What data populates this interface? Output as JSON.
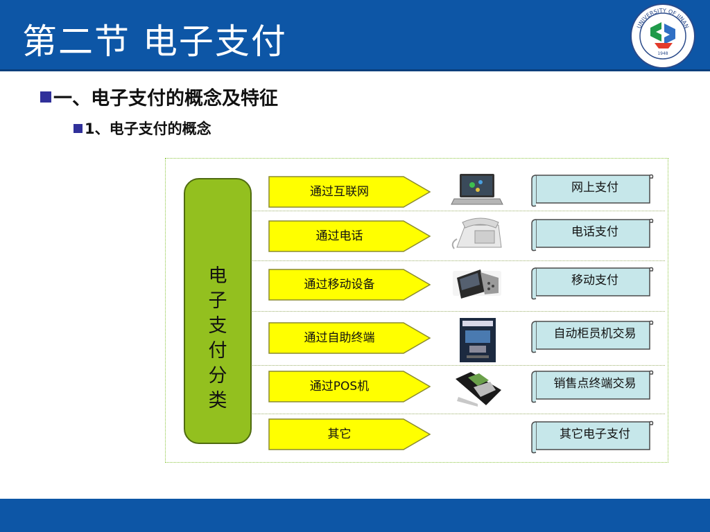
{
  "slide": {
    "title": "第二节  电子支付",
    "logo_text": "UNIVERSITY OF JINAN",
    "logo_year": "1948",
    "bullet_level1": "一、电子支付的概念及特征",
    "bullet_level2": "1、电子支付的概念"
  },
  "diagram": {
    "category_label": "电子支付分类",
    "rows": [
      {
        "channel": "通过互联网",
        "icon": "laptop-icon",
        "payment_type": "网上支付"
      },
      {
        "channel": "通过电话",
        "icon": "telephone-icon",
        "payment_type": "电话支付"
      },
      {
        "channel": "通过移动设备",
        "icon": "mobile-phone-icon",
        "payment_type": "移动支付"
      },
      {
        "channel": "通过自助终端",
        "icon": "atm-terminal-icon",
        "payment_type": "自动柜员机交易"
      },
      {
        "channel": "通过POS机",
        "icon": "pos-machine-icon",
        "payment_type": "销售点终端交易"
      },
      {
        "channel": "其它",
        "icon": "",
        "payment_type": "其它电子支付"
      }
    ]
  },
  "colors": {
    "header_blue": "#0d56a6",
    "category_green": "#93c01f",
    "arrow_yellow": "#ffff00",
    "scroll_cyan": "#c6e7ea"
  }
}
